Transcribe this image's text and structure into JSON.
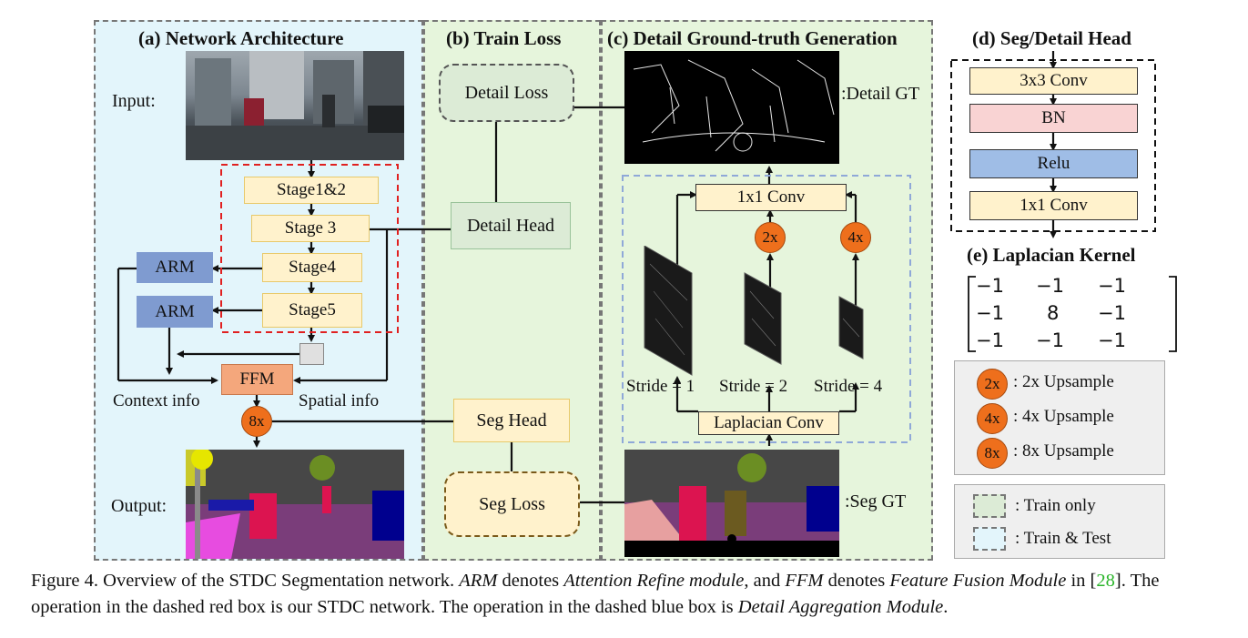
{
  "panel_a": {
    "title": "(a) Network Architecture",
    "input_label": "Input:",
    "output_label": "Output:",
    "stages": [
      "Stage1&2",
      "Stage 3",
      "Stage4",
      "Stage5"
    ],
    "arm": "ARM",
    "ffm": "FFM",
    "context_info": "Context info",
    "spatial_info": "Spatial info",
    "up8": "8x"
  },
  "panel_b": {
    "title": "(b) Train Loss",
    "detail_loss": "Detail Loss",
    "detail_head": "Detail Head",
    "seg_head": "Seg Head",
    "seg_loss": "Seg Loss"
  },
  "panel_c": {
    "title": "(c) Detail Ground-truth Generation",
    "detail_gt": ":Detail GT",
    "seg_gt": ":Seg GT",
    "conv1x1": "1x1 Conv",
    "laplacian_conv": "Laplacian Conv",
    "up2": "2x",
    "up4": "4x",
    "strides": [
      "Stride = 1",
      "Stride = 2",
      "Stride = 4"
    ]
  },
  "panel_d": {
    "title": "(d) Seg/Detail Head",
    "layers": [
      "3x3 Conv",
      "BN",
      "Relu",
      "1x1 Conv"
    ]
  },
  "panel_e": {
    "title": "(e) Laplacian Kernel",
    "kernel": [
      [
        "−1",
        "−1",
        "−1"
      ],
      [
        "−1",
        "8",
        "−1"
      ],
      [
        "−1",
        "−1",
        "−1"
      ]
    ]
  },
  "legend_upsample": [
    {
      "badge": "2x",
      "text": ": 2x Upsample"
    },
    {
      "badge": "4x",
      "text": ": 4x Upsample"
    },
    {
      "badge": "8x",
      "text": ": 8x Upsample"
    }
  ],
  "legend_phase": [
    {
      "text": ": Train only",
      "color": "#dcebd6"
    },
    {
      "text": ": Train & Test",
      "color": "#e3f5fb"
    }
  ],
  "caption": {
    "p1": "Figure 4. Overview of the STDC Segmentation network. ",
    "i1": "ARM",
    "p2": " denotes ",
    "i2": "Attention Refine module",
    "p3": ", and ",
    "i3": "FFM",
    "p4": " denotes ",
    "i4": "Feature Fusion Module",
    "p5": " in  [",
    "ref": "28",
    "p6": "]. The operation in the dashed red box is our STDC network. The operation in the dashed blue box is ",
    "i5": "Detail Aggregation Module",
    "p7": "."
  },
  "colors": {
    "panel_a_bg": "#e3f5fb",
    "panel_bc_bg": "#e6f5dc",
    "stage_fill": "#fff2cc",
    "arm_fill": "#7f9bd0",
    "ffm_fill": "#f4a77c",
    "upsample_fill": "#ee6f1c",
    "bn_fill": "#f9d3d3",
    "relu_fill": "#9fbde6",
    "red_dash": "#e02020",
    "blue_dash": "#8fa8d8"
  }
}
